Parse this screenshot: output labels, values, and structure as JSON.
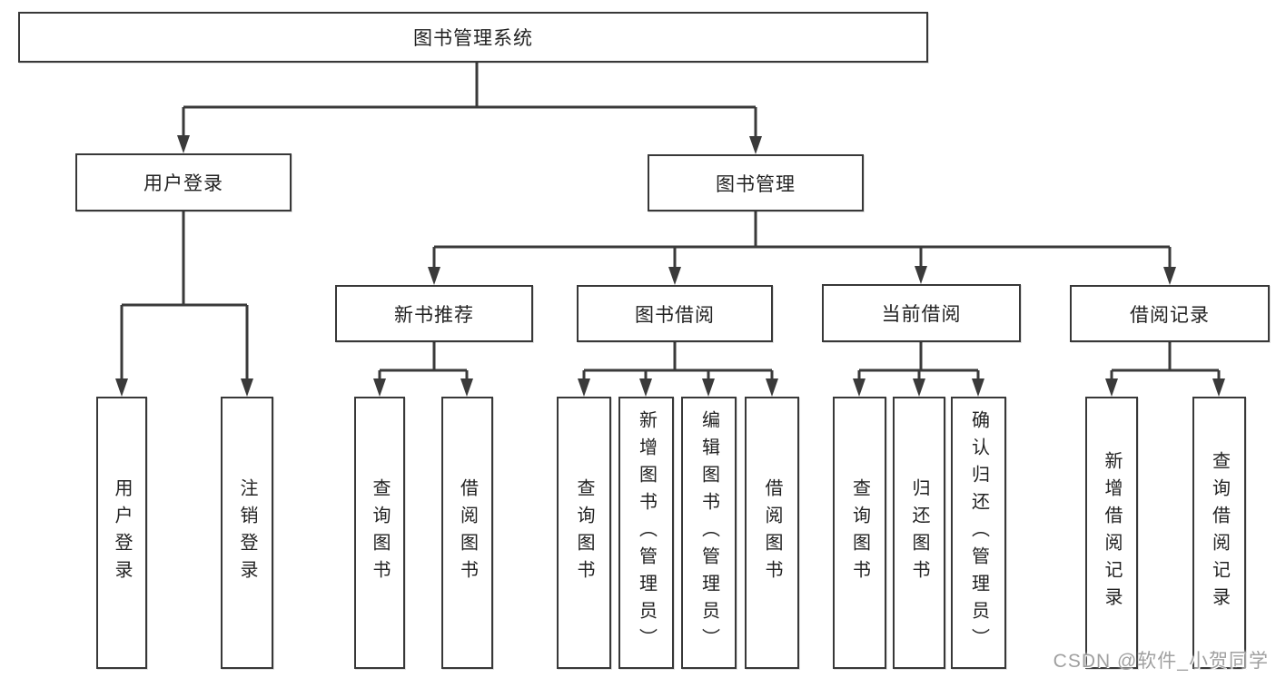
{
  "diagram": {
    "root": {
      "label": "图书管理系统"
    },
    "branches": [
      {
        "label": "用户登录",
        "children": [
          {
            "label": "用户登录"
          },
          {
            "label": "注销登录"
          }
        ]
      },
      {
        "label": "图书管理",
        "children": [
          {
            "label": "新书推荐",
            "children": [
              {
                "label": "查询图书"
              },
              {
                "label": "借阅图书"
              }
            ]
          },
          {
            "label": "图书借阅",
            "children": [
              {
                "label": "查询图书"
              },
              {
                "label": "新增图书（管理员）"
              },
              {
                "label": "编辑图书（管理员）"
              },
              {
                "label": "借阅图书"
              }
            ]
          },
          {
            "label": "当前借阅",
            "children": [
              {
                "label": "查询图书"
              },
              {
                "label": "归还图书"
              },
              {
                "label": "确认归还（管理员）"
              }
            ]
          },
          {
            "label": "借阅记录",
            "children": [
              {
                "label": "新增借阅记录"
              },
              {
                "label": "查询借阅记录"
              }
            ]
          }
        ]
      }
    ]
  },
  "watermark": {
    "text": "CSDN @软件_小贺同学"
  },
  "colors": {
    "line": "#3a3a3a",
    "box_border": "#383838",
    "text": "#222222",
    "watermark": "#a0a0a0",
    "background": "#ffffff"
  }
}
